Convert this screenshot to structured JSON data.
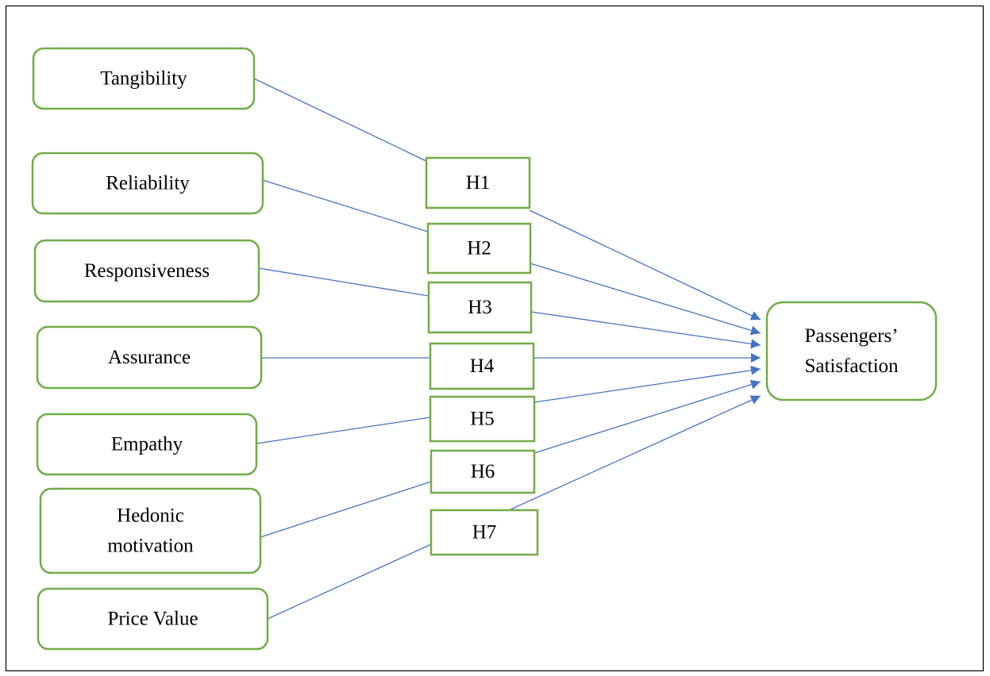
{
  "diagram": {
    "outcome": {
      "lines": [
        "Passengers’",
        "Satisfaction"
      ]
    },
    "constructs": [
      {
        "lines": [
          "Tangibility"
        ]
      },
      {
        "lines": [
          "Reliability"
        ]
      },
      {
        "lines": [
          "Responsiveness"
        ]
      },
      {
        "lines": [
          "Assurance"
        ]
      },
      {
        "lines": [
          "Empathy"
        ]
      },
      {
        "lines": [
          "Hedonic",
          "motivation"
        ]
      },
      {
        "lines": [
          "Price Value"
        ]
      }
    ],
    "hypotheses": [
      "H1",
      "H2",
      "H3",
      "H4",
      "H5",
      "H6",
      "H7"
    ],
    "colors": {
      "node_border": "#70ad47",
      "hypothesis_border": "#70ad47",
      "connector": "#4472c4",
      "frame": "#000000"
    }
  }
}
